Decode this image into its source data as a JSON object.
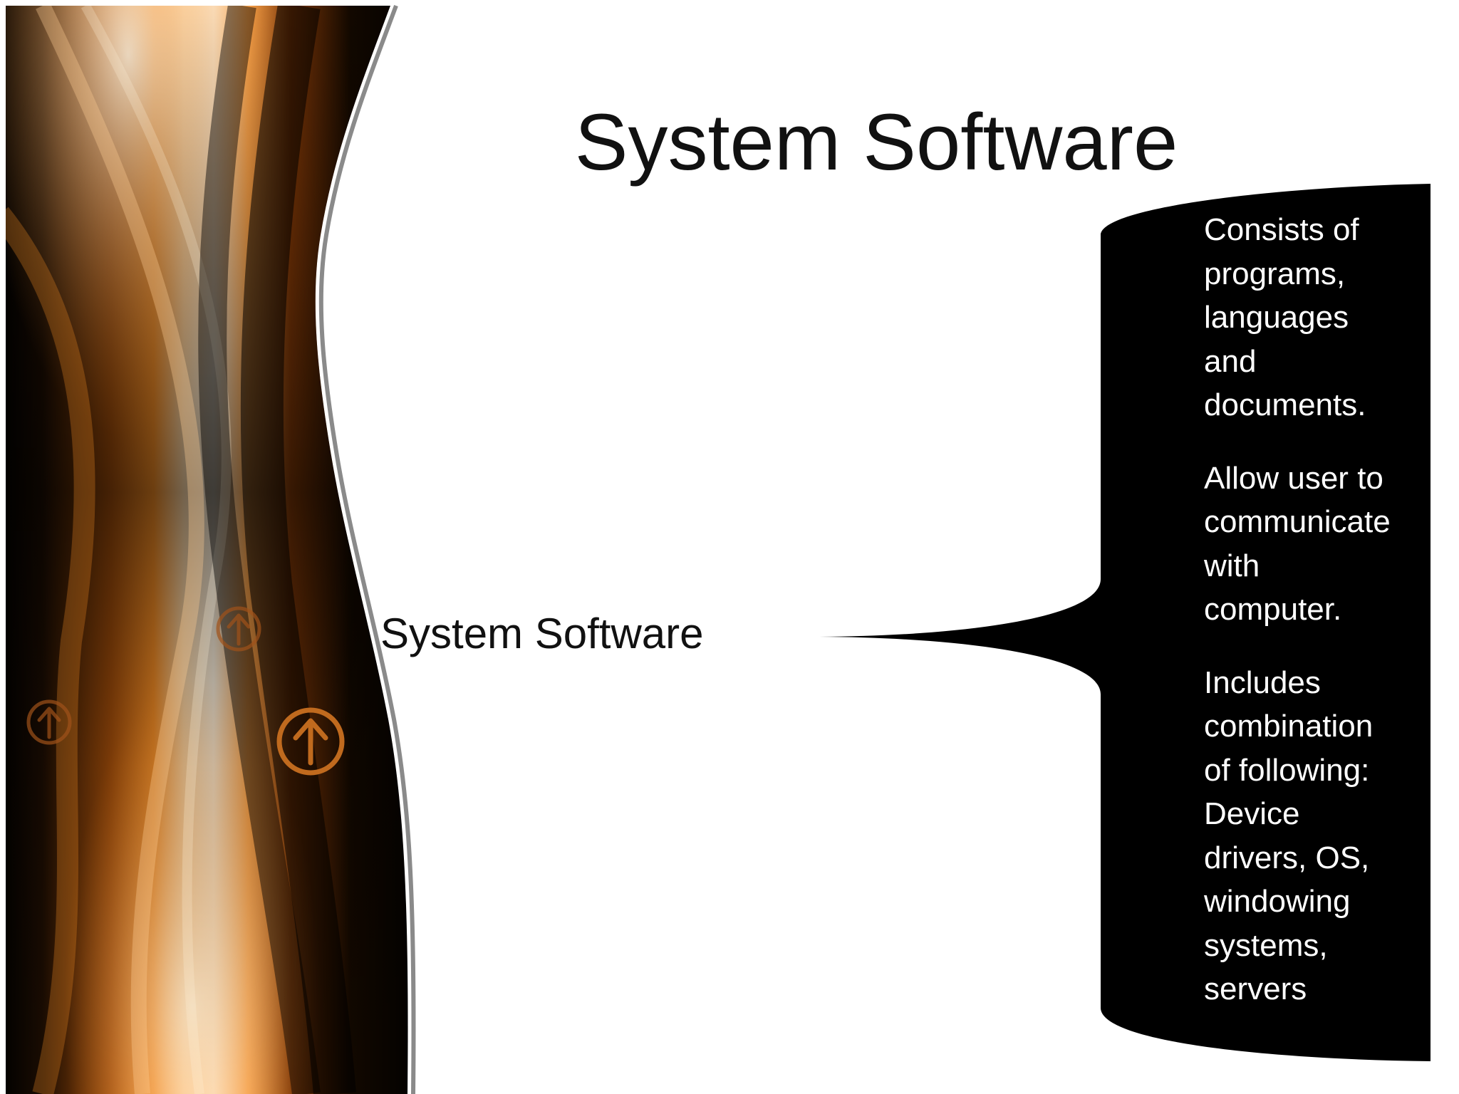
{
  "slide": {
    "title": "System Software",
    "left_label": "System Software",
    "brace_groups": [
      {
        "lines": [
          "Consists of",
          "programs,",
          "languages",
          "and",
          "documents."
        ]
      },
      {
        "lines": [
          "Allow user to",
          "communicate",
          "with",
          "computer."
        ]
      },
      {
        "lines": [
          "Includes",
          "combination",
          "of following:",
          "Device",
          "drivers, OS,",
          "windowing",
          "systems,",
          "servers"
        ]
      }
    ]
  },
  "colors": {
    "background": "#ffffff",
    "text": "#111111",
    "brace_fill": "#000000",
    "brace_text": "#ffffff",
    "accent_orange": "#f08a24"
  },
  "decor": {
    "arrow_icons": [
      "arrow-up-circle-icon",
      "arrow-up-circle-icon",
      "arrow-up-circle-icon"
    ]
  }
}
